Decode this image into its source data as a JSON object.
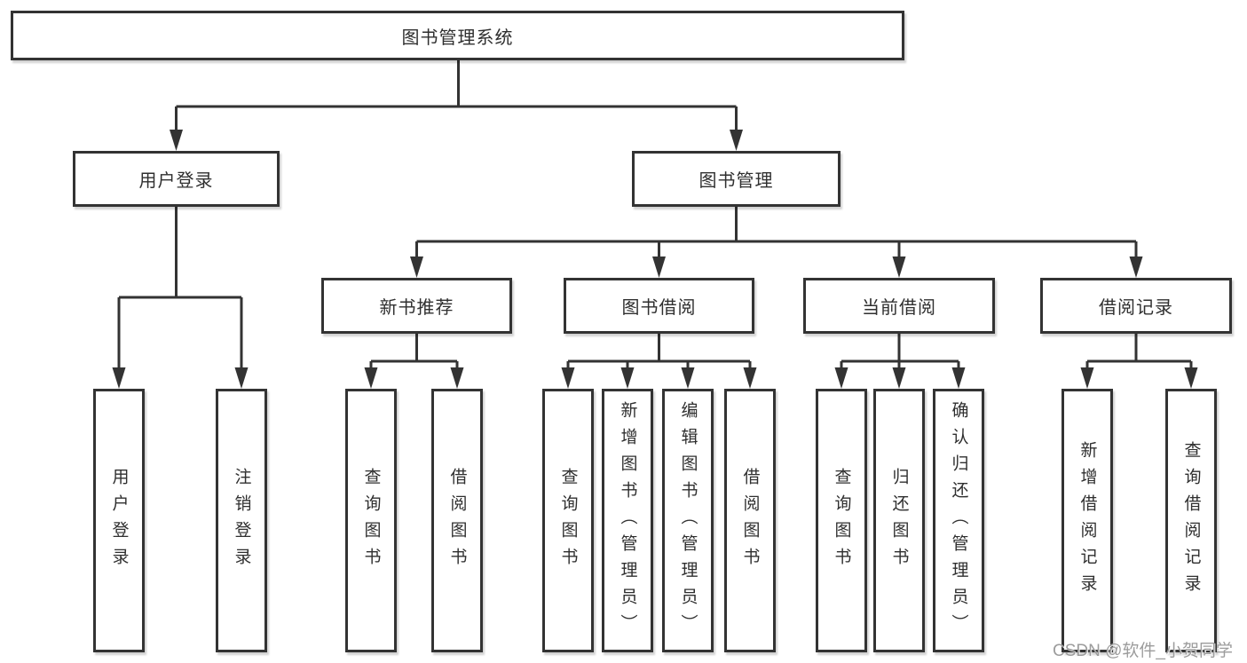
{
  "nodes": {
    "root": "图书管理系统",
    "user_login": "用户登录",
    "book_mgmt": "图书管理",
    "new_book": "新书推荐",
    "book_borrow": "图书借阅",
    "current_borrow": "当前借阅",
    "borrow_record": "借阅记录"
  },
  "leaves": {
    "user_login": [
      "用户登录",
      "注销登录"
    ],
    "new_book": [
      "查询图书",
      "借阅图书"
    ],
    "book_borrow": [
      "查询图书",
      "新增图书（管理员）",
      "编辑图书（管理员）",
      "借阅图书"
    ],
    "current_borrow": [
      "查询图书",
      "归还图书",
      "确认归还（管理员）"
    ],
    "borrow_record": [
      "新增借阅记录",
      "查询借阅记录"
    ]
  },
  "watermark": "CSDN @软件_小贺同学",
  "colors": {
    "line": "#333333",
    "box_border": "#333333",
    "box_fill": "#ffffff",
    "text": "#2f2f2f",
    "watermark": "#9c9c9c",
    "background": "#ffffff"
  }
}
